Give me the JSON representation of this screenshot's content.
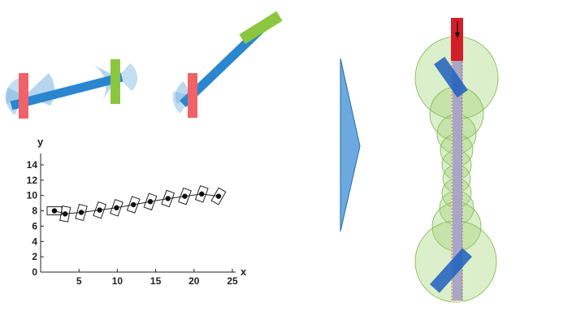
{
  "colors": {
    "red_block": "#f06266",
    "green_block": "#8cc63f",
    "blue_link": "#2b86d0",
    "blue_fan": "#7ab3e0",
    "arrow_fill": "#6aaae0",
    "arrow_stroke": "#2a6aa8",
    "top_red": "#d21f2a",
    "bead_green": "#9ad06a",
    "bead_green_stroke": "#76b84a",
    "rod_tan": "#efdcbf",
    "rod_blue": "#5566cc",
    "rod_dark_blue": "#1f5fc0"
  },
  "icons": {
    "transform_arrow": "triangle-right-icon",
    "down_arrow": "arrow-down-icon"
  },
  "chart_data": {
    "type": "scatter",
    "title": "",
    "xlabel": "x",
    "ylabel": "y",
    "xlim": [
      0,
      25
    ],
    "ylim": [
      0,
      14
    ],
    "xticks": [
      5,
      10,
      15,
      20,
      25
    ],
    "yticks": [
      0,
      2,
      4,
      6,
      8,
      10,
      12,
      14
    ],
    "grid": false,
    "x": [
      1.8,
      3.2,
      5.3,
      7.7,
      9.9,
      12.1,
      14.3,
      16.6,
      18.8,
      21.0,
      23.2
    ],
    "y": [
      8.0,
      7.6,
      7.8,
      8.1,
      8.4,
      8.8,
      9.2,
      9.6,
      9.9,
      10.2,
      9.9
    ],
    "marker_angles": [
      0,
      80,
      75,
      70,
      70,
      70,
      70,
      70,
      70,
      70,
      60
    ]
  }
}
